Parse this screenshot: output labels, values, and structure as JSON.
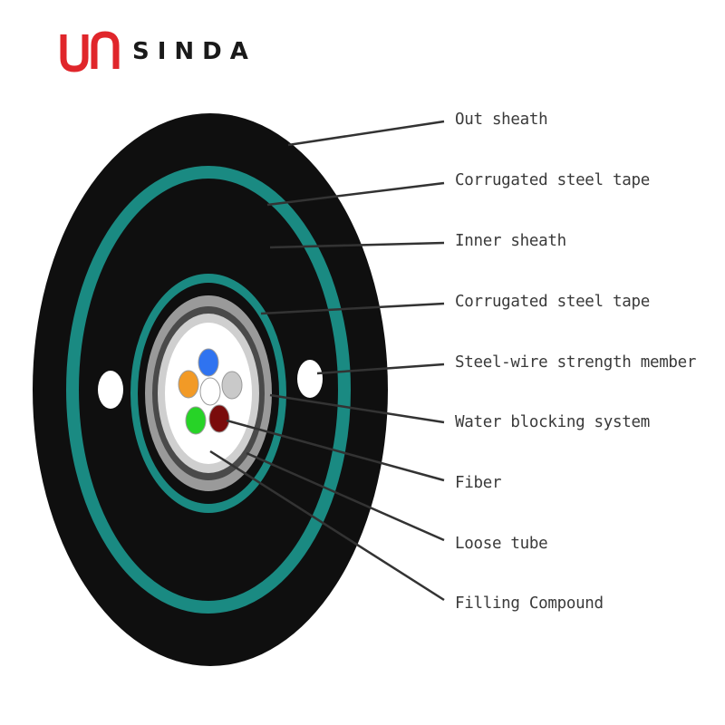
{
  "brand": {
    "name": "SINDA",
    "logo_icon": "sinda-logo-icon",
    "logo_color": "#e0262b"
  },
  "colors": {
    "jacket": "#0f0f0f",
    "steel_tape": "#1a8a82",
    "gray_outer": "#9a9a9a",
    "gray_dark": "#4a4a4a",
    "gray_light": "#cfcfcf",
    "leader": "#333333"
  },
  "fibers": [
    {
      "color": "#2f73f0"
    },
    {
      "color": "#f29a26"
    },
    {
      "color": "#ffffff"
    },
    {
      "color": "#c9c9c9"
    },
    {
      "color": "#27d327"
    },
    {
      "color": "#7a0c0c"
    }
  ],
  "labels": [
    {
      "text": "Out sheath"
    },
    {
      "text": "Corrugated steel tape"
    },
    {
      "text": "Inner sheath"
    },
    {
      "text": "Corrugated steel tape"
    },
    {
      "text": "Steel-wire strength member"
    },
    {
      "text": "Water blocking system"
    },
    {
      "text": "Fiber"
    },
    {
      "text": "Loose tube"
    },
    {
      "text": "Filling Compound"
    }
  ]
}
